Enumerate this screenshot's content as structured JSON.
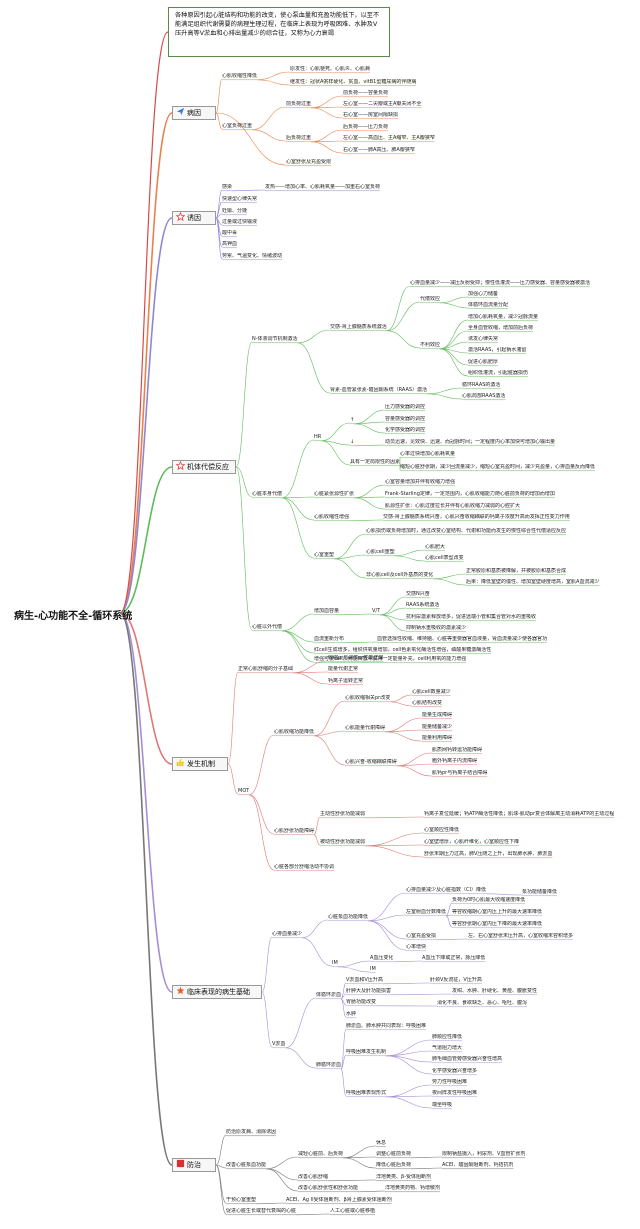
{
  "root": "病生-心功能不全-循环系统",
  "definition": "各种原因引起心脏结构和功能的改变，使心泵血量和充盈功能低下，以至不能满足组织代谢需要的病理生理过程，在临床上表现为呼吸困难、水肿及V压升高等V淤血和心排出量减少的综合征，又称为心力衰竭",
  "colors": {
    "bingyin": "#e8824a",
    "youyin": "#8e86d6",
    "daichang": "#5fbb58",
    "fasheng": "#e07878",
    "linchuang": "#a58ed4",
    "fangzhi": "#777777"
  },
  "topics": {
    "bingyin": {
      "label": "病因",
      "icon": "paper-plane-icon"
    },
    "youyin": {
      "label": "诱因",
      "icon": "star-outline-icon"
    },
    "daichang": {
      "label": "机体代偿反应",
      "icon": "star-outline-icon"
    },
    "fasheng": {
      "label": "发生机制",
      "icon": "thumbs-up-icon"
    },
    "linchuang": {
      "label": "临床表现的病生基础",
      "icon": "star-filled-icon"
    },
    "fangzhi": {
      "label": "防治",
      "icon": "red-flag-icon"
    }
  },
  "nodes": {
    "b1": "心肌收缩性降低",
    "b1a": "原发性：心肌梗死、心肌炎、心肌病",
    "b1b": "继发性：冠状A粥样硬化、贫血、vitB1型糖尿病的伴随病",
    "b2": "心室负荷过重",
    "b2a": "前负荷过重",
    "b2a1": "前负荷——容量负荷",
    "b2a2": "左心室——二尖瓣或主A瓣关闭不全",
    "b2a3": "右心室——房室间隔缺损",
    "b2b": "后负荷过重",
    "b2b1": "后负荷——压力负荷",
    "b2b2": "左心室——高血压、主A缩窄、主A瓣狭窄",
    "b2b3": "右心室——肺A高压、肺A瓣狭窄",
    "b3": "心室舒张及充盈受限",
    "y1": "感染",
    "y1a": "发热——增加心率、心肌耗氧量——加重右心室负荷",
    "y2": "快速型心律失常",
    "y3": "妊娠、分娩",
    "y4": "过量或过快输液",
    "y5": "酸中毒",
    "y6": "高钾血",
    "y7": "劳累、气温变化、情绪波动",
    "d1": "N-体液调节机制激活",
    "d1a": "交感-肾上腺髓质系统激活",
    "d1a1": "心排血量减少——减压反射受抑；慢性低灌流——压力感受器、容量感受器被激活",
    "d1a2": "代偿效应",
    "d1a2a": "加强心力储备",
    "d1a2b": "体循环血流量分配",
    "d1a3": "不利效应",
    "d1a3a": "增加心肌耗氧量，减少冠脉流量",
    "d1a3b": "全身血管收缩，增加前后负荷",
    "d1a3c": "诱发心律失常",
    "d1a3d": "激活RAAS，引起钠水潴留",
    "d1a3e": "促进心肌肥厚",
    "d1a3f": "组织低灌流，引起脏器损伤",
    "d1b": "肾素-血管紧张素-醛固酮系统（RAAS）激活",
    "d1b1": "循环RAAS的激活",
    "d1b2": "心肌局部RAAS激活",
    "d2": "心脏本身代偿",
    "d2a": "HR",
    "d2a1": "↑",
    "d2a1a": "压力感受器的调控",
    "d2a1b": "容量感受器的调控",
    "d2a1c": "化学感受器的调控",
    "d2a2": "↓",
    "d2a2a": "动员迅速，见效快、迅速、而冠脉时间；一定程度内心率加快可增加心输出量",
    "d2a3": "具有一定局限性的因素",
    "d2a3a": "心率过快增加心肌耗氧量",
    "d2a3b": "缩短心脏舒张期，减少回流量减少，缩短心室充盈时间，减少充盈量，心排血量反而降低",
    "d2b": "心脏紧张源性扩张",
    "d2b1": "心室容量增加并伴有收缩力增强",
    "d2b2": "Frank-Starling定律，一定范围内，心肌收缩能力随心脏前负荷的增加而增加",
    "d2b3": "肌源性扩张：心肌过度拉长并伴有心肌收缩力减弱的心腔扩大",
    "d2c": "心肌收缩性增强",
    "d2c1": "交感-肾上腺髓质系统兴奋，心肌兴奋收缩耦联的钙离子浓度升高而发挥正性变力作用",
    "d2d": "心室重塑",
    "d2d1": "心肌损伤或负荷增加时，通过改变心室结构、代谢和功能而发生的慢性综合性代偿适应反应",
    "d2d2": "心肌cell重塑",
    "d2d2a": "心肌肥大",
    "d2d2b": "心肌cell表型改变",
    "d2d3": "非心肌cell及cell外基质的变化",
    "d2d3a": "正常胶原和基质被降解，并被胶原和基质合成",
    "d2d3b": "后果：降低室壁的僵性、增加室壁硬度增高，室肌A血流减少",
    "d3": "心脏以外代偿",
    "d3a": "增加血容量",
    "d3a1": "V/T",
    "d3a1a": "交感N兴奋",
    "d3a1b": "RAAS系统激活",
    "d3a1c": "抗利尿激素释放增多，促进远端小管和集合管对水的重吸收",
    "d3a1d": "抑制钠水重吸收的激素减少",
    "d3b": "血流重新分布",
    "d3b1": "血管选择性收缩、维持脑、心脏等重要器官血液量，肾血流量减少使各器官功",
    "d3c": "红cell生成增多，组织供氧量增加，cell色素氧化酶活性增强，磷酸果糖激酶活性",
    "d3d": "增强可使cell从骨髓释放中获得一定能量补充，cell利用氧的能力增强",
    "f1": "正常心肌舒缩的分子基础",
    "f1a": "收缩pr与调节pr性能正常",
    "f1b": "能量代谢正常",
    "f1c": "钙离子运转正常",
    "f2": "MOT",
    "f2a": "心肌收缩功能降低",
    "f2a1": "心肌收缩相关pr改变",
    "f2a1a": "心肌cell数量减少",
    "f2a1b": "心肌结构改变",
    "f2a2": "心肌能量代谢障碍",
    "f2a2a": "能量生成障碍",
    "f2a2b": "能量储备减少",
    "f2a2c": "能量利用障碍",
    "f2a3": "心肌兴奋-收缩耦联障碍",
    "f2a3a": "肌质网钙转运功能障碍",
    "f2a3b": "胞外钙离子内流障碍",
    "f2a3c": "肌钙pr与钙离子结合障碍",
    "f2b": "心肌舒张功能障碍",
    "f2b1": "主动性舒张功能减弱",
    "f2b1a": "钙离子复位延缓；钙ATP酶活性降低；肌球-肌动pr复合体解离主动消耗ATP的主动过程",
    "f2b2": "被动性舒张功能减弱",
    "f2b2a": "心室顺应性降低",
    "f2b2b": "心室壁增厚，心肌纤维化，心室顺应性下降",
    "f2b2c": "舒张末期压力过高，肺V压随之上升，出现肺水肿、肺淤血",
    "f2c": "心脏各部分舒缩活动不协调",
    "l1": "心排血量减少",
    "l1a": "心脏泵血功能降低",
    "l1a1": "心排血量减少及心脏指数（CI）降低",
    "l1a1a": "泵功能储备降低",
    "l1a2": "左室射血分数降低",
    "l1a2a": "负荷为0时心肌最大收缩速度降低",
    "l1a2b": "等容收缩期心室内压上升的最大速率降低",
    "l1a2c": "等容舒张期心室内压下降的最大速率降低",
    "l1a3": "心室充盈受损",
    "l1a3a": "左、右心室舒张末压升高，心室收缩末容积增多",
    "l1a4": "心率增快",
    "l1b": "IM",
    "l1b1": "A血压变化",
    "l1b1a": "A血压下降或正常，脉压降低",
    "l1b2": "IM",
    "l2": "V淤血",
    "l2a": "体循环淤血",
    "l2a1": "V淤血和V压升高",
    "l2a1a": "肝颈V反流征，V压升高",
    "l2a2": "肝肿大及肝功能损害",
    "l2a2a": "发绀、水肿、肝硬化、黄疸、腹胀变性",
    "l2a3": "胃肠功能改变",
    "l2a3a": "消化不良、食欲缺乏、恶心、呕吐、腹泻",
    "l2a4": "水肿",
    "l2b": "肺循环淤血",
    "l2b0": "肺淤血、肺水肿共同表现：呼吸困难",
    "l2b1": "呼吸困难发生机制",
    "l2b1a": "肺顺应性降低",
    "l2b1b": "气道阻力增大",
    "l2b1c": "肺毛细血管旁感受器兴奋性增高",
    "l2b1d": "化学感受器兴奋增多",
    "l2b2": "呼吸困难表现形式",
    "l2b2a": "劳力性呼吸困难",
    "l2b2b": "夜间阵发性呼吸困难",
    "l2b2c": "端坐呼吸",
    "p1": "防治原发病、消除诱因",
    "p2": "改善心脏泵血功能",
    "p2a": "减轻心脏前、后负荷",
    "p2a1": "休息",
    "p2a2": "调整心脏前负荷",
    "p2a2a": "限制钠盐摄入，利尿剂、V血管扩张剂",
    "p2a3": "降低心脏后负荷",
    "p2a3a": "ACEI、醛固酮阻断剂、钙拮抗剂",
    "p2b": "改善心肌舒缩",
    "p2b1": "洋地黄类、β-受体阻断剂",
    "p2c": "改善心肌舒张性和舒张功能",
    "p2c1": "洋地黄类药物、钙增敏剂",
    "p3": "干预心室重塑",
    "p3a": "ACEI、Ag II受体阻断剂、β肾上腺素受体阻断剂",
    "p4": "促进心脏生长或替代衰竭的心脏",
    "p4a": "人工心脏或心脏移植"
  }
}
